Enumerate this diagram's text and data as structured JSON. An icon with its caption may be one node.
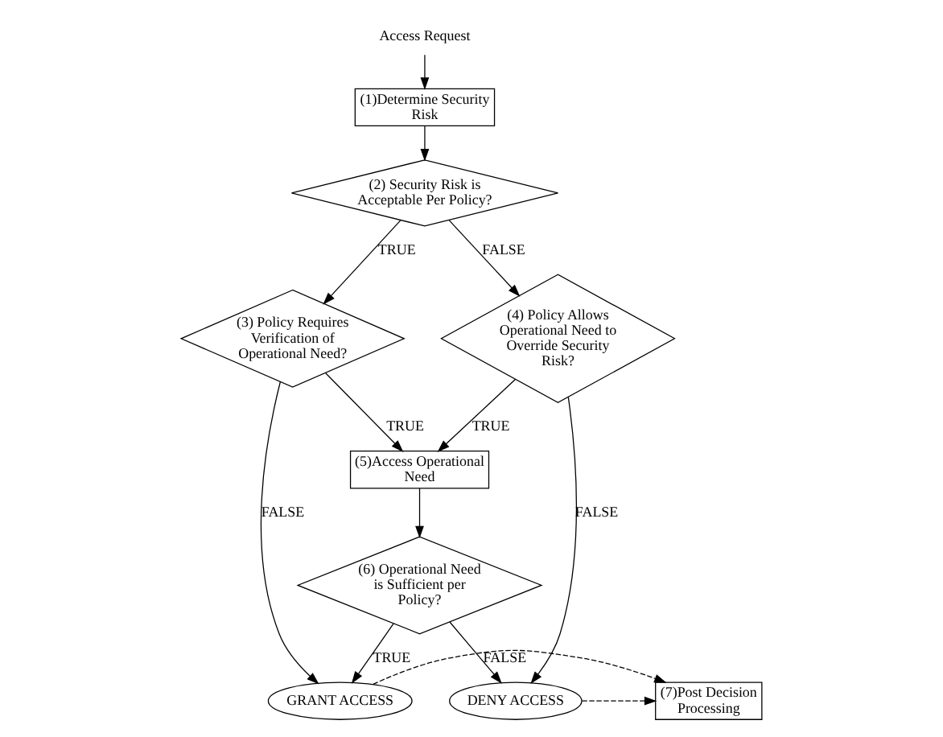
{
  "diagram": {
    "nodes": [
      {
        "text": [
          "Access Request"
        ]
      },
      {
        "text": [
          "(1)Determine Security Risk"
        ]
      },
      {
        "text": [
          "(2) Security Risk is Acceptable Per Policy?"
        ]
      },
      {
        "text": [
          "(3) Policy Requires Verification of Operational Need?"
        ]
      },
      {
        "text": [
          "(4) Policy Allows Operational Need to Override Security Risk?"
        ]
      },
      {
        "text": [
          "(5)Access Operational Need"
        ]
      },
      {
        "text": [
          "(6) Operational Need is Sufficient per Policy?"
        ]
      },
      {
        "text": [
          "GRANT ACCESS"
        ]
      },
      {
        "text": [
          "(7)Post Decision Processing"
        ]
      },
      {
        "text": [
          "DENY ACCESS"
        ]
      }
    ],
    "edges": [
      {
        "from": 0,
        "to": 1,
        "arrow": "to"
      },
      {
        "from": 1,
        "to": 2,
        "arrow": "to"
      },
      {
        "from": 2,
        "to": 3,
        "arrow": "to",
        "label": "TRUE"
      },
      {
        "from": 2,
        "to": 4,
        "arrow": "to",
        "label": "FALSE"
      },
      {
        "from": 3,
        "to": 5,
        "arrow": "to",
        "label": "TRUE"
      },
      {
        "from": 4,
        "to": 5,
        "arrow": "to",
        "label": "TRUE"
      },
      {
        "from": 3,
        "to": 7,
        "arrow": "to",
        "label": "FALSE"
      },
      {
        "from": 4,
        "to": 9,
        "arrow": "to",
        "label": "FALSE"
      },
      {
        "from": 5,
        "to": 6,
        "arrow": "to"
      },
      {
        "from": 6,
        "to": 7,
        "arrow": "to",
        "label": "TRUE"
      },
      {
        "from": 6,
        "to": 9,
        "arrow": "to",
        "label": "FALSE"
      },
      {
        "from": 7,
        "to": 8,
        "arrow": "to",
        "style": "dashed"
      },
      {
        "from": 9,
        "to": 8,
        "arrow": "to",
        "style": "dashed"
      }
    ]
  }
}
